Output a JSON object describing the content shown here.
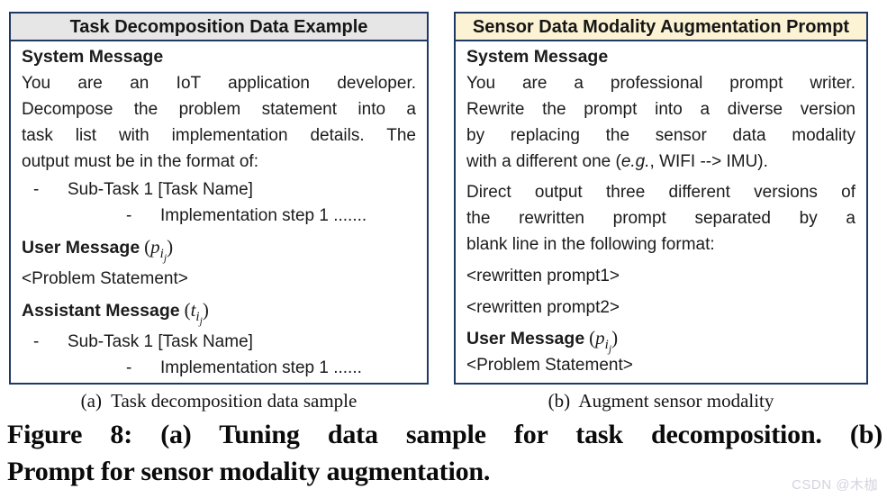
{
  "left_box": {
    "title": "Task Decomposition Data Example",
    "system_heading": "System Message",
    "system_lines": [
      "You are an IoT application developer.",
      "Decompose the problem statement into a",
      "task list with implementation details. The",
      "output must be in the format of:"
    ],
    "bullet_dash": "-",
    "subtask_item": "Sub-Task 1 [Task Name]",
    "impl_item": "Implementation step 1 .......",
    "user_heading": "User Message",
    "problem_placeholder": "<Problem Statement>",
    "assistant_heading": "Assistant Message",
    "subtask_item2": "Sub-Task 1 [Task Name]",
    "impl_item2": "Implementation step 1 ......"
  },
  "right_box": {
    "title": "Sensor Data Modality Augmentation Prompt",
    "system_heading": "System Message",
    "system_lines_1": [
      "You are a professional prompt writer.",
      "Rewrite the prompt into a diverse version",
      "by replacing the sensor data modality"
    ],
    "eg_line": {
      "pre": "with a different one (",
      "eg": "e.g.",
      "post": ", WIFI --> IMU)."
    },
    "system_lines_2": [
      "Direct output three different versions of",
      "the rewritten prompt separated by a",
      "blank line in the following format:"
    ],
    "rewritten_prompt_1": "<rewritten prompt1>",
    "rewritten_prompt_2": "<rewritten prompt2>",
    "user_heading": "User Message",
    "problem_placeholder": "<Problem Statement>"
  },
  "math": {
    "open": "(",
    "close": ")",
    "p": "p",
    "t": "t",
    "i": "i",
    "j": "j"
  },
  "subcaptions": {
    "a": "(a)  Task decomposition data sample",
    "b": "(b)  Augment sensor modality"
  },
  "figure_caption": {
    "line1": "Figure 8: (a) Tuning data sample for task decomposition. (b)",
    "line2": "Prompt for sensor modality augmentation."
  },
  "watermark": "CSDN @木枷",
  "colors": {
    "panel_border": "#1F3864",
    "left_header_bg": "#E7E6E6",
    "right_header_bg": "#FCF3D5",
    "text": "#1b1b1b",
    "watermark": "#d3d3df"
  }
}
